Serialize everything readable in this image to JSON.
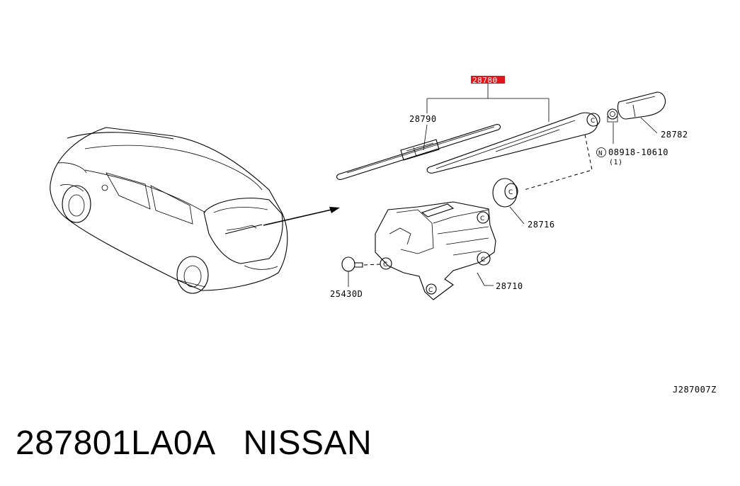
{
  "diagram": {
    "parts": {
      "arm_assembly": "28780",
      "blade": "28790",
      "arm_cap": "28782",
      "nut": "08918-10610",
      "nut_qty": "(1)",
      "nut_marker": "N",
      "seal": "28716",
      "motor": "28710",
      "bolt": "25430D"
    },
    "highlight_color": "#e0161a",
    "diagram_code": "J287007Z"
  },
  "caption": "287801LA0A   NISSAN"
}
